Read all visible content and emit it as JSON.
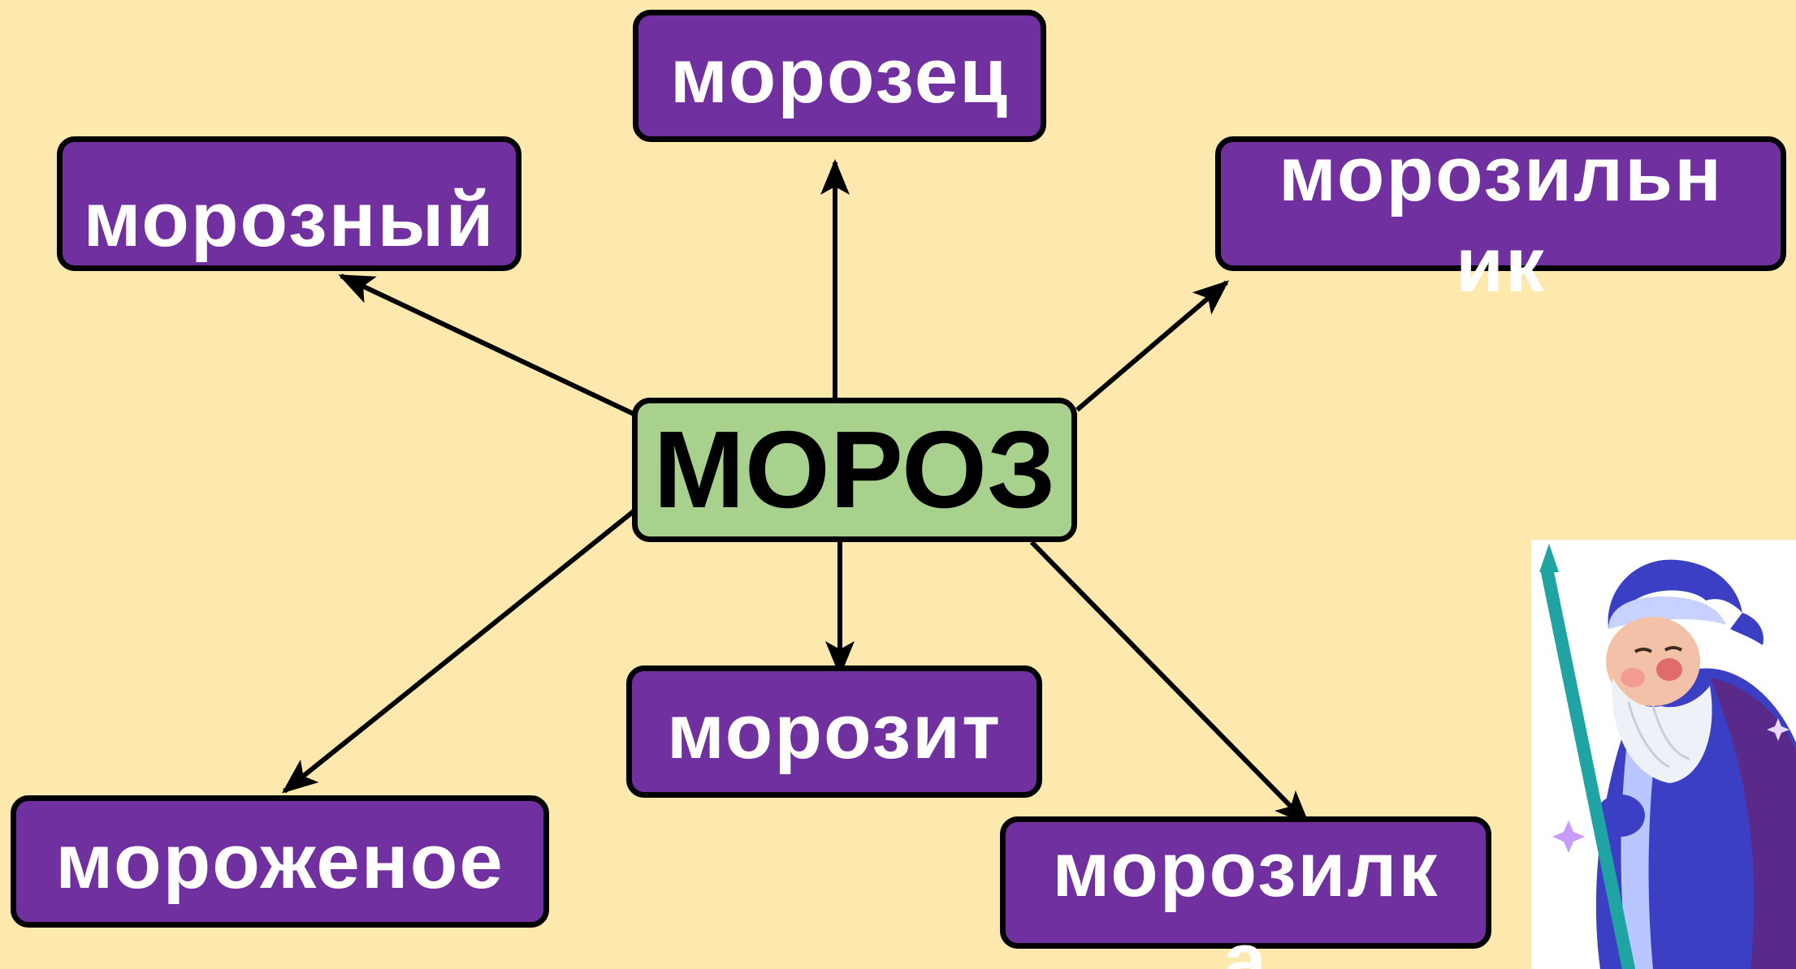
{
  "colors": {
    "background": "#fde8ad",
    "node_fill": "#7030a0",
    "node_text": "#ffffff",
    "root_fill": "#a9d18e",
    "root_text": "#000000",
    "border": "#000000",
    "arrow": "#000000"
  },
  "diagram": {
    "root": "МОРОЗ",
    "nodes": {
      "top": "морозец",
      "left_top": "морозный",
      "right_top": "морозильник",
      "bottom_mid": "морозит",
      "bottom_left": "мороженое",
      "bottom_right": "морозилка"
    }
  },
  "illustration": {
    "name": "ded-moroz-with-staff"
  }
}
